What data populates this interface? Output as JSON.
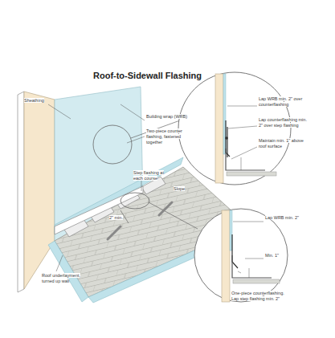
{
  "diagram": {
    "title": "Roof-to-Sidewall Flashing",
    "labels": [
      "Sheathing",
      "Building wrap (WRB)",
      "Two-piece counter flashing, fastened together",
      "Step flashing at each course",
      "Slope",
      "2\" min.",
      "Roof underlayment, turned up wall",
      "Lap WRB min. 2\" over counterflashing",
      "Lap counterflashing min. 2\" over step flashing",
      "Maintain min. 1\" above roof surface",
      "Lap WRB min. 2\"",
      "Min. 1\"",
      "One-piece counterflashing. Lap step flashing min. 2\""
    ]
  }
}
